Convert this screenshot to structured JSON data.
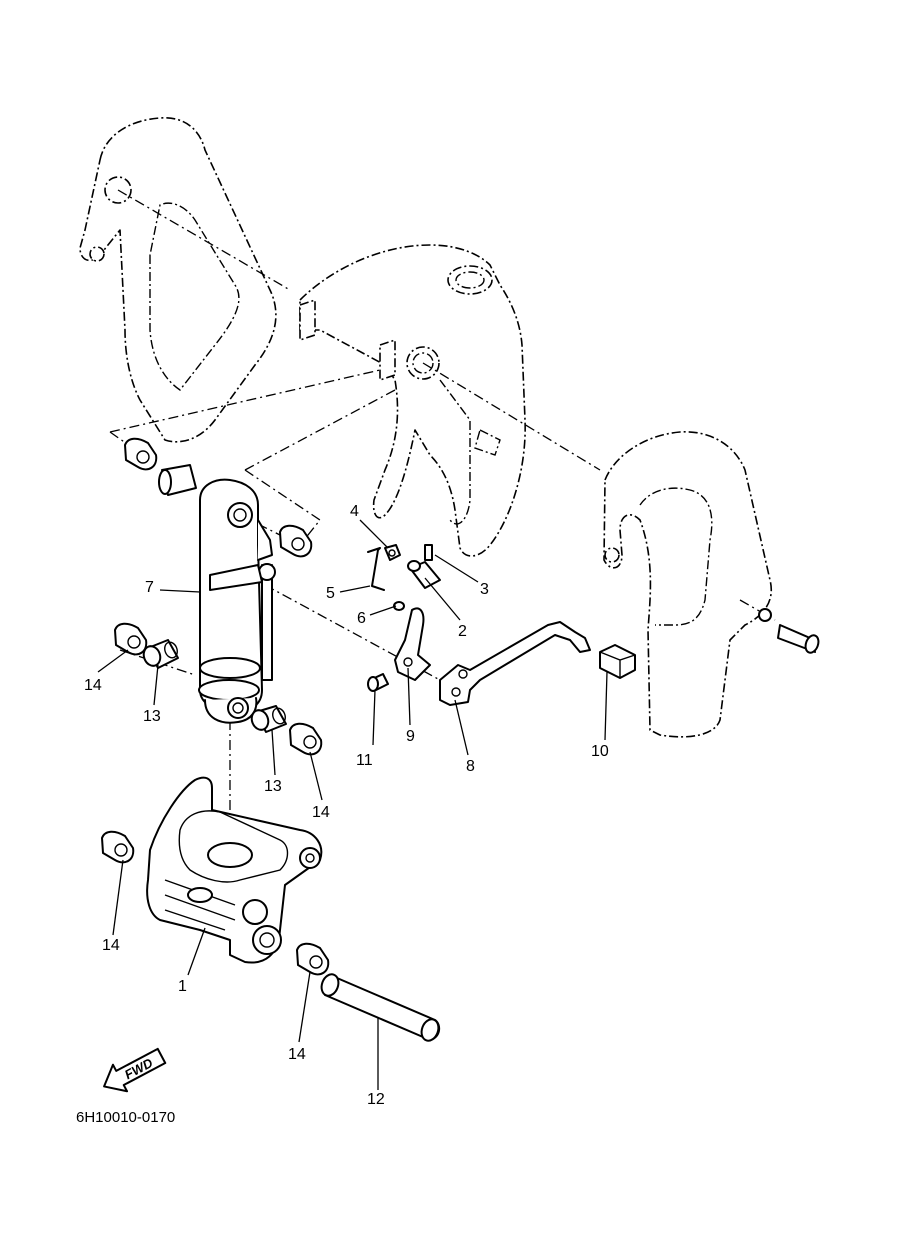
{
  "diagram": {
    "drawing_code": "6H10010-0170",
    "fwd_label": "FWD",
    "callouts": {
      "c1": "1",
      "c2": "2",
      "c3": "3",
      "c4": "4",
      "c5": "5",
      "c6": "6",
      "c7": "7",
      "c8": "8",
      "c9": "9",
      "c10": "10",
      "c11": "11",
      "c12": "12",
      "c13a": "13",
      "c13b": "13",
      "c14a": "14",
      "c14b": "14",
      "c14c": "14",
      "c14d": "14"
    }
  }
}
